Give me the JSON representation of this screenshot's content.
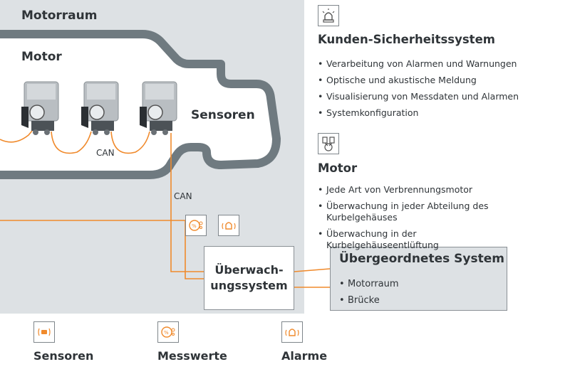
{
  "areas": {
    "motorraum": "Motorraum",
    "motor": "Motor",
    "sensoren": "Sensoren"
  },
  "connections": {
    "can_1": "CAN",
    "can_2": "CAN"
  },
  "monitoring_box": {
    "line1": "Überwach-",
    "line2": "ungssystem"
  },
  "higher_system": {
    "title": "Übergeordnetes System",
    "items": [
      "Motorraum",
      "Brücke"
    ]
  },
  "right_panel": {
    "safety": {
      "icon": "siren-icon",
      "title": "Kunden-Sicherheitssystem",
      "items": [
        "Verarbeitung von Alarmen und Warnungen",
        "Optische und akustische Meldung",
        "Visualisierung von Messdaten und Alarmen",
        "Systemkonfiguration"
      ]
    },
    "motor": {
      "icon": "engine-piston-icon",
      "title": "Motor",
      "items": [
        "Jede Art von Verbrennungsmotor",
        "Überwachung in jeder Abteilung des Kurbelgehäuses",
        "Überwachung in der Kurbelgehäuseentlüftung"
      ]
    }
  },
  "legend": [
    {
      "icon": "sensor-icon",
      "label": "Sensoren"
    },
    {
      "icon": "measurement-icon",
      "label": "Messwerte"
    },
    {
      "icon": "alarm-icon",
      "label": "Alarme"
    }
  ],
  "colors": {
    "accent": "#f08a2c",
    "panel": "#dde1e4",
    "outline": "#6f7a80",
    "text": "#2f3438"
  }
}
